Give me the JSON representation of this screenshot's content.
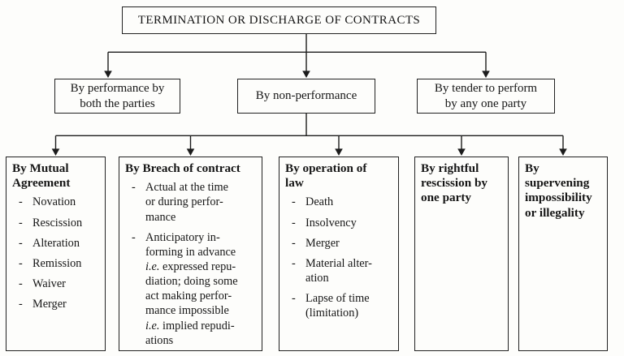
{
  "bullet": "-",
  "root": {
    "title": "TERMINATION OR DISCHARGE OF CONTRACTS"
  },
  "level2": [
    {
      "label": "By performance by\nboth the parties"
    },
    {
      "label": "By non-performance"
    },
    {
      "label": "By tender to perform\nby any one party"
    }
  ],
  "level3": [
    {
      "heading": "By Mutual\nAgreement",
      "items": [
        "Novation",
        "Rescission",
        "Alteration",
        "Remission",
        "Waiver",
        "Merger"
      ]
    },
    {
      "heading": "By Breach of contract",
      "items": [
        "Actual at the time\nor during perfor-\nmance",
        "Anticipatory in-\nforming in advance\n*i.e.* expressed repu-\ndiation; doing some\nact making perfor-\nmance impossible\n*i.e.* implied repudi-\nations"
      ]
    },
    {
      "heading": "By operation of\nlaw",
      "items": [
        "Death",
        "Insolvency",
        "Merger",
        "Material alter-\nation",
        "Lapse of time\n(limitation)"
      ]
    },
    {
      "heading": "By rightful\nrescission by\none party",
      "items": []
    },
    {
      "heading": "By\nsupervening\nimpossibility\nor illegality",
      "items": []
    }
  ]
}
